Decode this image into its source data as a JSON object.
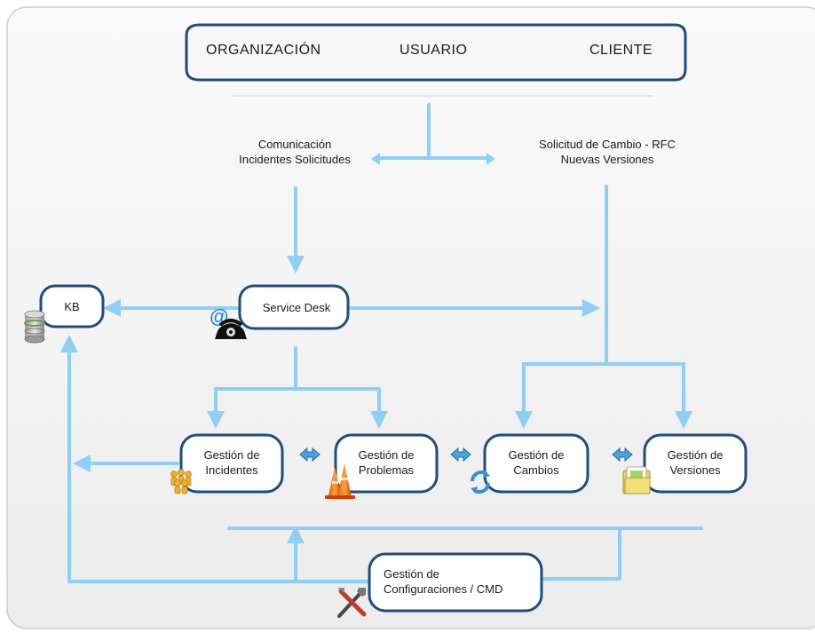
{
  "header": {
    "organizacion": "ORGANIZACIÓN",
    "usuario": "USUARIO",
    "cliente": "CLIENTE"
  },
  "flows": {
    "comunicacion_line1": "Comunicación",
    "comunicacion_line2": "Incidentes Solicitudes",
    "rfc_line1": "Solicitud de Cambio - RFC",
    "rfc_line2": "Nuevas Versiones"
  },
  "nodes": {
    "kb": "KB",
    "service_desk": "Service Desk",
    "incidentes_line1": "Gestión de",
    "incidentes_line2": "Incidentes",
    "problemas_line1": "Gestión de",
    "problemas_line2": "Problemas",
    "cambios_line1": "Gestión de",
    "cambios_line2": "Cambios",
    "versiones_line1": "Gestión de",
    "versiones_line2": "Versiones",
    "config_line1": "Gestión de",
    "config_line2": "Configuraciones / CMD"
  },
  "icons": {
    "kb": "database-icon",
    "service_desk": "telephone-at-icon",
    "incidentes": "people-icon",
    "problemas": "traffic-cone-icon",
    "cambios": "refresh-icon",
    "versiones": "folder-icon",
    "config": "tools-icon"
  },
  "colors": {
    "connector": "#8fcff5",
    "box_border": "#1f4e7a",
    "panel_bg": "#f2f2f2"
  }
}
